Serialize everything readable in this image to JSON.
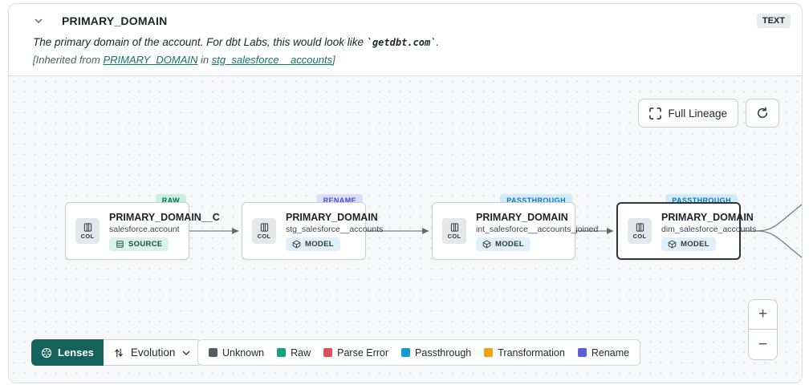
{
  "header": {
    "title": "PRIMARY_DOMAIN",
    "type_badge": "TEXT",
    "description": {
      "text_before": "The primary domain of the account. For dbt Labs, this would look like ",
      "code": "`getdbt.com`",
      "text_after": "."
    },
    "inherited": {
      "prefix": "[Inherited from ",
      "column_link": "PRIMARY_DOMAIN",
      "middle": " in ",
      "model_link": "stg_salesforce__accounts",
      "suffix": "]"
    }
  },
  "toolbar": {
    "full_lineage_label": "Full Lineage"
  },
  "canvas": {
    "nodes": [
      {
        "evolution_badge": "RAW",
        "col_chip": "COL",
        "title": "PRIMARY_DOMAIN__C",
        "subtitle": "salesforce.account",
        "resource_type": "SOURCE",
        "selected": false
      },
      {
        "evolution_badge": "RENAME",
        "col_chip": "COL",
        "title": "PRIMARY_DOMAIN",
        "subtitle": "stg_salesforce__accounts",
        "resource_type": "MODEL",
        "selected": false
      },
      {
        "evolution_badge": "PASSTHROUGH",
        "col_chip": "COL",
        "title": "PRIMARY_DOMAIN",
        "subtitle": "int_salesforce__accounts_joined",
        "resource_type": "MODEL",
        "selected": false
      },
      {
        "evolution_badge": "PASSTHROUGH",
        "col_chip": "COL",
        "title": "PRIMARY_DOMAIN",
        "subtitle": "dim_salesforce_accounts",
        "resource_type": "MODEL",
        "selected": true
      }
    ]
  },
  "footer": {
    "lenses_label": "Lenses",
    "lens_selected": "Evolution",
    "legend": {
      "items": [
        {
          "label": "Unknown",
          "color": "#565B60"
        },
        {
          "label": "Raw",
          "color": "#16A085"
        },
        {
          "label": "Parse Error",
          "color": "#E04F5A"
        },
        {
          "label": "Passthrough",
          "color": "#1599D2"
        },
        {
          "label": "Transformation",
          "color": "#F0A202"
        },
        {
          "label": "Rename",
          "color": "#5A5FD9"
        }
      ]
    }
  },
  "zoom_controls": {
    "zoom_in": "+",
    "zoom_out": "−"
  },
  "colors": {
    "lenses_button": "#15635B",
    "link_teal": "#10756A",
    "badge_raw_bg": "#C5F0DF",
    "badge_rename_bg": "#DBDDFA",
    "badge_passthrough_bg": "#D2EBFA",
    "node_selected_border": "#2F353B",
    "canvas_bg": "#F7F8FA"
  }
}
